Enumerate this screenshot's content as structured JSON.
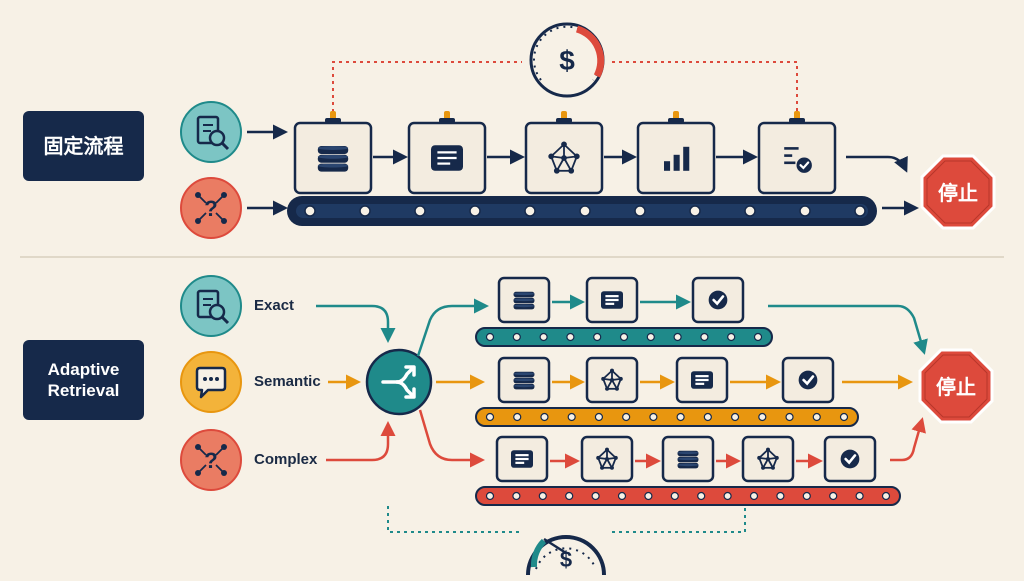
{
  "fixed": {
    "label": "固定流程",
    "stop_label": "停止"
  },
  "adaptive": {
    "label_line1": "Adaptive",
    "label_line2": "Retrieval",
    "stop_label": "停止",
    "lanes": [
      {
        "label": "Exact"
      },
      {
        "label": "Semantic"
      },
      {
        "label": "Complex"
      }
    ]
  },
  "gauge": {
    "symbol": "$"
  },
  "colors": {
    "navy": "#16294a",
    "teal": "#1f8a8a",
    "orange": "#e8960f",
    "red": "#dd4a3c",
    "cream": "#f7f1e6",
    "box": "#f3ece0",
    "teal_light": "#7cc5c4",
    "orange_light": "#f3b33a",
    "red_light": "#ea7c63"
  },
  "icons": {
    "fixed_inputs": [
      "document-search-icon",
      "question-network-icon"
    ],
    "fixed_steps": [
      "database-icon",
      "document-icon",
      "network-icon",
      "bar-chart-icon",
      "checklist-icon"
    ],
    "exact_steps": [
      "database-icon",
      "document-icon",
      "check-icon"
    ],
    "semantic_steps": [
      "database-icon",
      "network-icon",
      "document-icon",
      "check-icon"
    ],
    "complex_steps": [
      "document-icon",
      "network-icon",
      "database-icon",
      "network-icon",
      "check-icon"
    ],
    "router": "branch-icon",
    "stop": "stop-sign-icon",
    "gauge": "cost-gauge-icon"
  }
}
